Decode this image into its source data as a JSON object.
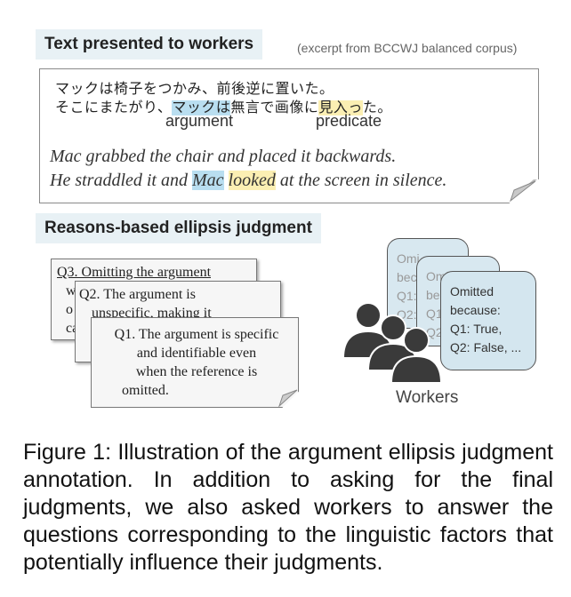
{
  "section1": {
    "title": "Text presented to workers",
    "excerpt_note": "(excerpt from BCCWJ balanced corpus)",
    "jp_line1": "マックは椅子をつかみ、前後逆に置いた。",
    "jp_line2_a": "そこにまたがり、",
    "jp_line2_arg": "マックは",
    "jp_line2_b": "無言で画像に",
    "jp_line2_pred": "見入っ",
    "jp_line2_c": "た。",
    "role_argument": "argument",
    "role_predicate": "predicate",
    "en_line1": "Mac grabbed the chair and placed it backwards.",
    "en_line2_a": "He straddled it and ",
    "en_line2_arg": "Mac",
    "en_line2_sp": " ",
    "en_line2_pred": "looked",
    "en_line2_b": " at the screen in silence."
  },
  "section2": {
    "title": "Reasons-based ellipsis judgment",
    "q3": "Q3. Omitting the argument w... of... ca...",
    "q3_l1": "Q3. Omitting the argument",
    "q3_l2": "w",
    "q3_l3": "o",
    "q3_l4": "ca",
    "q2_l1": "Q2. The argument is",
    "q2_l2": "unspecific, making it",
    "q1_l1": "Q1. The argument is specific",
    "q1_l2": "and identifiable even",
    "q1_l3": "when the reference is",
    "q1_l4": "omitted.",
    "bubble_back_l1": "Omi",
    "bubble_back_l2": "bec",
    "bubble_back_l3": "Q1:",
    "bubble_back_l4": "Q2:",
    "bubble_mid_l1": "Omi",
    "bubble_mid_l2": "bec",
    "bubble_mid_l3": "Q1:",
    "bubble_mid_l4": "Q2:",
    "bubble_front_l1": "Omitted",
    "bubble_front_l2": "because:",
    "bubble_front_l3": "Q1: True,",
    "bubble_front_l4": "Q2: False, ...",
    "workers_label": "Workers"
  },
  "caption": "Figure 1: Illustration of the argument ellipsis judgment annotation. In addition to asking for the final judgments, we also asked workers to answer the questions corresponding to the linguistic factors that potentially influence their judgments.",
  "colors": {
    "argument_highlight": "#b9def0",
    "predicate_highlight": "#fbefb3",
    "section_bg": "#e8f1f5",
    "bubble_bg": "#d8e8f0"
  },
  "icons": [
    "people-icon"
  ]
}
